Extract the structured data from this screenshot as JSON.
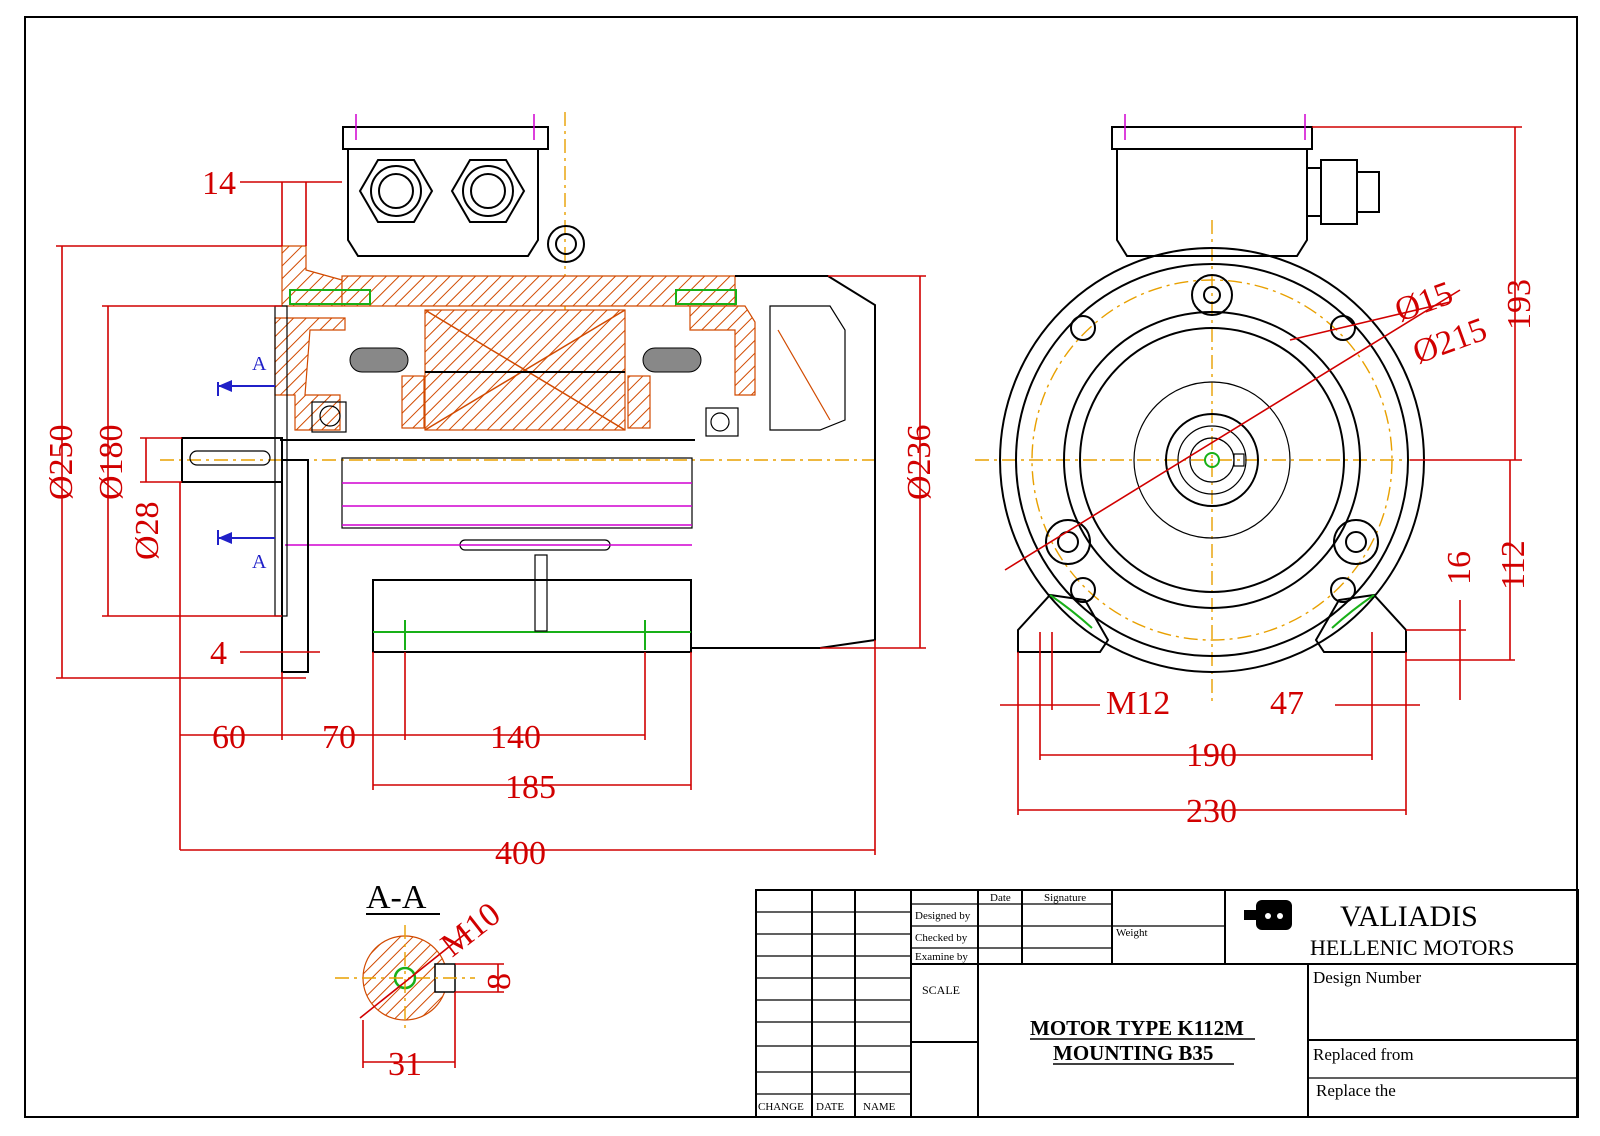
{
  "front_view": {
    "dims": {
      "d14": "14",
      "d250": "Ø250",
      "d180": "Ø180",
      "d28": "Ø28",
      "d236": "Ø236",
      "d4": "4",
      "d60": "60",
      "d70": "70",
      "d140": "140",
      "d185": "185",
      "d400": "400"
    },
    "section_mark_top": "A",
    "section_mark_bottom": "A"
  },
  "side_view": {
    "dims": {
      "d15": "Ø15",
      "d215": "Ø215",
      "d193": "193",
      "d16": "16",
      "d112": "112",
      "m12": "M12",
      "d47": "47",
      "d190": "190",
      "d230": "230"
    }
  },
  "section": {
    "title": "A-A",
    "thread": "M10",
    "d8": "8",
    "d31": "31"
  },
  "title_block": {
    "col_date": "Date",
    "col_signature": "Signature",
    "designed_by": "Designed by",
    "checked_by": "Checked by",
    "examine_by": "Examine by",
    "weight": "Weight",
    "scale": "SCALE",
    "change": "CHANGE",
    "date": "DATE",
    "name": "NAME",
    "company_line1": "VALIADIS",
    "company_line2": "HELLENIC MOTORS",
    "design_number": "Design Number",
    "replaced_from": "Replaced from",
    "replace_the": "Replace the",
    "motor_type": "MOTOR TYPE K112M",
    "mounting": "MOUNTING   B35"
  },
  "colors": {
    "dimension": "#d10000",
    "centerline": "#e8a000",
    "hatch": "#d14a00",
    "bearing_ring": "#18b018",
    "section_arrow": "#2020c8"
  }
}
